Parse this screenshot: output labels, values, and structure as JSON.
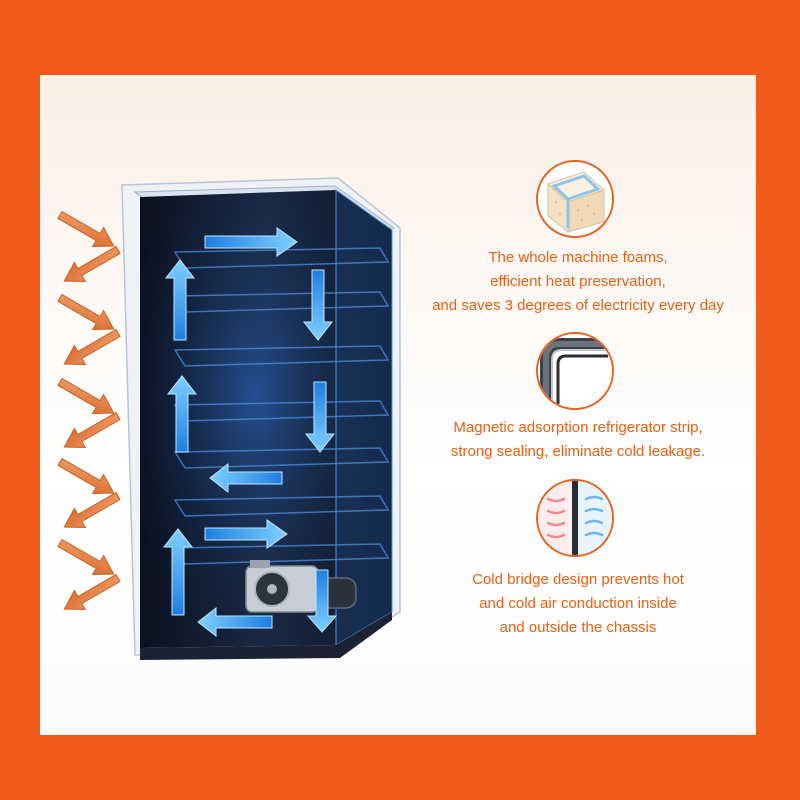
{
  "features": [
    {
      "icon": "foam-insulation-icon",
      "lines": [
        "The whole machine foams,",
        "efficient heat preservation,",
        "and saves 3 degrees of electricity every day"
      ]
    },
    {
      "icon": "magnetic-seal-strip-icon",
      "lines": [
        "Magnetic adsorption refrigerator strip,",
        "strong sealing, eliminate cold leakage."
      ]
    },
    {
      "icon": "cold-bridge-icon",
      "lines": [
        "Cold bridge design prevents hot",
        "and cold air conduction inside",
        "and outside the chassis"
      ]
    }
  ],
  "colors": {
    "border": "#f05a1a",
    "accent_text": "#ee5f12",
    "heat_arrow": "#e8894a",
    "cold_arrow": "#3aa8f0",
    "cabinet": "#0c1322"
  }
}
